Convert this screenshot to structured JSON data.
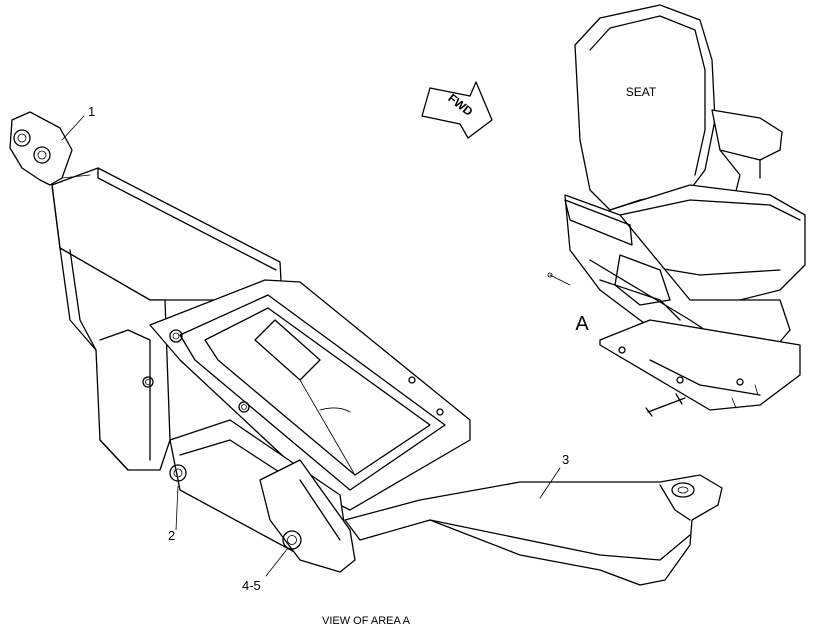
{
  "drawing": {
    "callouts": [
      "1",
      "2",
      "3",
      "4-5"
    ],
    "seat_label": "SEAT",
    "forward_arrow_label": "FWD",
    "area_marker": "A",
    "caption": "VIEW OF AREA  A"
  }
}
